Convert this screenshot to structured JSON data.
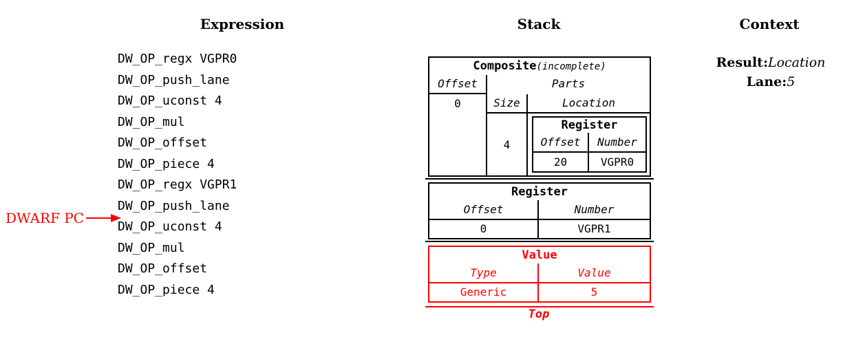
{
  "colors": {
    "accent_red": "#ff0000",
    "ink": "#000000"
  },
  "columns": {
    "expression": {
      "title": "Expression",
      "pc_label": "DWARF PC",
      "items": [
        "DW_OP_regx VGPR0",
        "DW_OP_push_lane",
        "DW_OP_uconst 4",
        "DW_OP_mul",
        "DW_OP_offset",
        "DW_OP_piece 4",
        "DW_OP_regx VGPR1",
        "DW_OP_push_lane",
        "DW_OP_uconst 4",
        "DW_OP_mul",
        "DW_OP_offset",
        "DW_OP_piece 4"
      ]
    },
    "stack": {
      "title": "Stack",
      "composite": {
        "title": "Composite",
        "note": "(incomplete)",
        "offset_header": "Offset",
        "offset_value": "0",
        "parts_header": "Parts",
        "size_header": "Size",
        "size_value": "4",
        "location_header": "Location",
        "nested": {
          "title": "Register",
          "col1_header": "Offset",
          "col2_header": "Number",
          "col1_value": "20",
          "col2_value": "VGPR0"
        }
      },
      "register": {
        "title": "Register",
        "col1_header": "Offset",
        "col2_header": "Number",
        "col1_value": "0",
        "col2_value": "VGPR1"
      },
      "value": {
        "title": "Value",
        "col1_header": "Type",
        "col2_header": "Value",
        "col1_value": "Generic",
        "col2_value": "5"
      },
      "top_label": "Top"
    },
    "context": {
      "title": "Context",
      "result_label": "Result:",
      "result_value": "Location",
      "lane_label": "Lane:",
      "lane_value": "5"
    }
  }
}
